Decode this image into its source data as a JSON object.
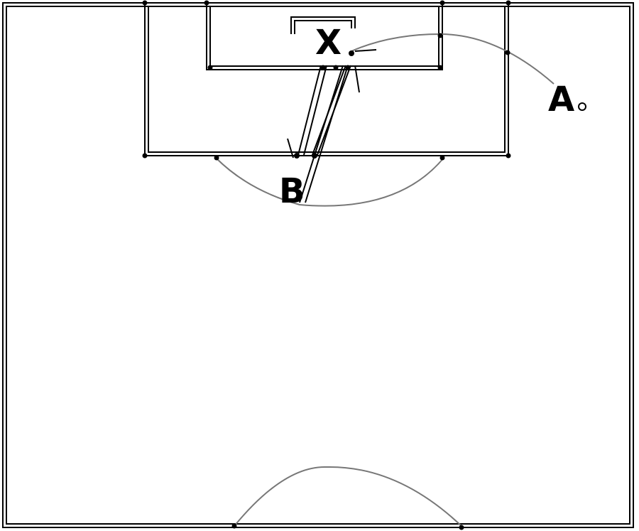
{
  "diagram": {
    "players": {
      "x": "X",
      "a": "A",
      "b": "B"
    },
    "colors": {
      "lines": "#000000",
      "arcs": "#777777",
      "background": "#ffffff"
    }
  }
}
